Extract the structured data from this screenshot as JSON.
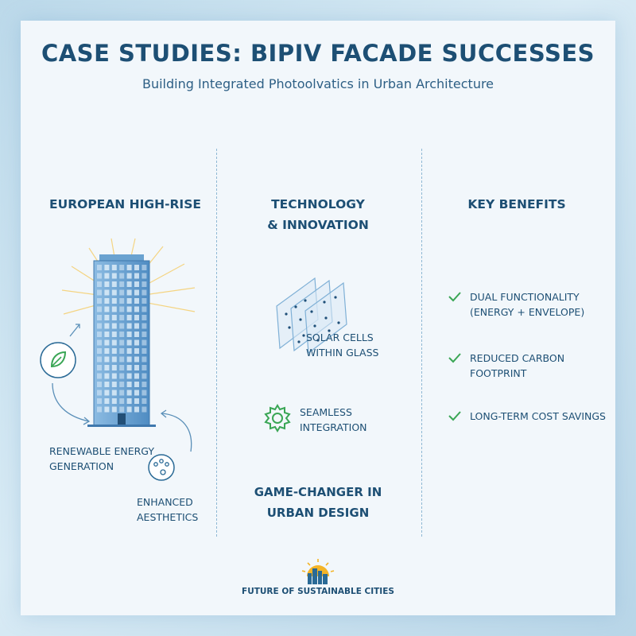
{
  "header": {
    "title": "CASE STUDIES: BIPIV FACADE SUCCESSES",
    "subtitle": "Building Integrated Photoolvatics in Urban Architecture"
  },
  "columns": {
    "left": {
      "heading": "EUROPEAN HIGH-RISE",
      "labels": {
        "renewable_line1": "RENEWABLE ENERGY",
        "renewable_line2": "GENERATION",
        "aesthetics_line1": "ENHANCED",
        "aesthetics_line2": "AESTHETICS"
      },
      "icons": [
        "leaf-icon",
        "palette-icon",
        "building-icon",
        "sun-rays-icon"
      ]
    },
    "middle": {
      "heading_line1": "TECHNOLOGY",
      "heading_line2": "& INNOVATION",
      "solar_line1": "SOLAR CELLS",
      "solar_line2": "WITHIN GLASS",
      "seamless_line1": "SEAMLESS",
      "seamless_line2": "INTEGRATION",
      "gamechanger_line1": "GAME-CHANGER IN",
      "gamechanger_line2": "URBAN DESIGN",
      "icons": [
        "glass-panels-icon",
        "gear-icon"
      ]
    },
    "right": {
      "heading": "KEY BENEFITS",
      "benefits": [
        {
          "line1": "DUAL FUNCTIONALITY",
          "line2": "(ENERGY + ENVELOPE)"
        },
        {
          "line1": "REDUCED CARBON",
          "line2": "FOOTPRINT"
        },
        {
          "line1": "LONG-TERM COST SAVINGS",
          "line2": ""
        }
      ],
      "icons": [
        "check-icon"
      ]
    }
  },
  "footer": {
    "text": "FUTURE OF SUSTAINABLE CITIES",
    "icon": "sunrise-city-icon"
  },
  "colors": {
    "primary": "#1d4f74",
    "accent_green": "#3aa655",
    "building_blue": "#5a97c9",
    "sun_yellow": "#f3b428",
    "divider": "#8fb8d4"
  }
}
